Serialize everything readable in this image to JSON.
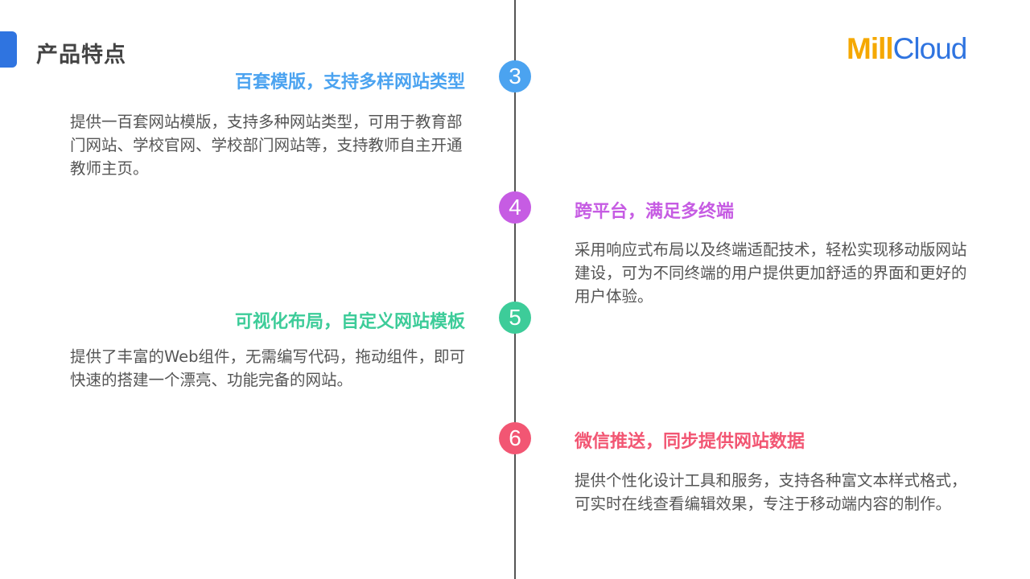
{
  "header": {
    "title": "产品特点",
    "logo_part1": "Mill",
    "logo_part2": "Cloud"
  },
  "colors": {
    "blue": "#4ba3f0",
    "purple": "#c65ce3",
    "green": "#3dcc99",
    "red": "#f25673",
    "accent": "#2f74e0",
    "logo_orange": "#f5a800"
  },
  "features": [
    {
      "number": "3",
      "title": "百套模版，支持多样网站类型",
      "description": "提供一百套网站模版，支持多种网站类型，可用于教育部门网站、学校官网、学校部门网站等，支持教师自主开通教师主页。"
    },
    {
      "number": "4",
      "title": "跨平台，满足多终端",
      "description": "采用响应式布局以及终端适配技术，轻松实现移动版网站建设，可为不同终端的用户提供更加舒适的界面和更好的用户体验。"
    },
    {
      "number": "5",
      "title": "可视化布局，自定义网站模板",
      "description": "提供了丰富的Web组件，无需编写代码，拖动组件，即可快速的搭建一个漂亮、功能完备的网站。"
    },
    {
      "number": "6",
      "title": "微信推送，同步提供网站数据",
      "description": "提供个性化设计工具和服务，支持各种富文本样式格式，可实时在线查看编辑效果，专注于移动端内容的制作。"
    }
  ]
}
